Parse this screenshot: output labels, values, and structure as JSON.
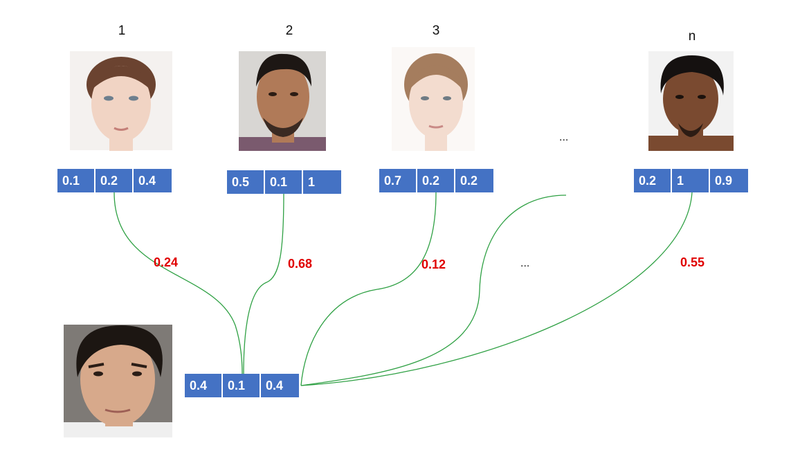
{
  "gallery": [
    {
      "index_label": "1",
      "embedding": [
        "0.1",
        "0.2",
        "0.4"
      ],
      "similarity": "0.24",
      "skin": "#f1d4c4",
      "hair": "#6b4330",
      "background": "#f4f1ef",
      "clothing": "#f4f1ef"
    },
    {
      "index_label": "2",
      "embedding": [
        "0.5",
        "0.1",
        "1"
      ],
      "similarity": "0.68",
      "skin": "#b07a58",
      "hair": "#1d1714",
      "background": "#d8d6d3",
      "clothing": "#7a5a6e"
    },
    {
      "index_label": "3",
      "embedding": [
        "0.7",
        "0.2",
        "0.2"
      ],
      "similarity": "0.12",
      "skin": "#f3dccf",
      "hair": "#a57d5e",
      "background": "#fbf8f6",
      "clothing": "#fbf8f6"
    },
    {
      "index_label": "n",
      "embedding": [
        "0.2",
        "1",
        "0.9"
      ],
      "similarity": "0.55",
      "skin": "#7a4a30",
      "hair": "#151110",
      "background": "#f2f2f2",
      "clothing": "#f2f2f2"
    }
  ],
  "ellipsis_top": "...",
  "ellipsis_mid": "...",
  "query": {
    "embedding": [
      "0.4",
      "0.1",
      "0.4"
    ],
    "skin": "#d7a98b",
    "hair": "#1c1612",
    "background": "#7e7a76",
    "clothing": "#efefef"
  },
  "colors": {
    "vector_fill": "#4472C4",
    "similarity_text": "#E00000",
    "connector": "#2EA043"
  }
}
